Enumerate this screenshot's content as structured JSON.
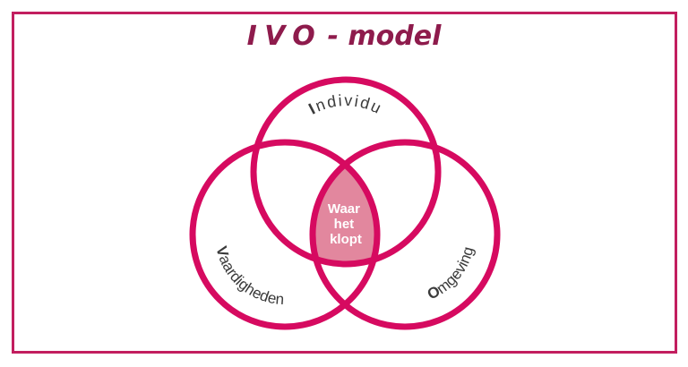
{
  "header": {
    "title_acronym": "IVO",
    "title_rest": "- model"
  },
  "diagram": {
    "type": "venn-3-circles",
    "colors": {
      "circle_stroke": "#d60a60",
      "overlap_fill": "#e2879e",
      "frame_border": "#c21e5f",
      "title_text": "#8e1b4c",
      "label_text": "#3a3a3a",
      "overlap_text": "#ffffff"
    },
    "sets": [
      {
        "name": "Individu",
        "label_bold": "I",
        "label_rest": "ndividu"
      },
      {
        "name": "Vaardigheden",
        "label_bold": "V",
        "label_rest": "aardigheden"
      },
      {
        "name": "Omgeving",
        "label_bold": "O",
        "label_rest": "mgeving"
      }
    ],
    "overlap": {
      "line1": "Waar",
      "line2": "het",
      "line3": "klopt"
    }
  }
}
